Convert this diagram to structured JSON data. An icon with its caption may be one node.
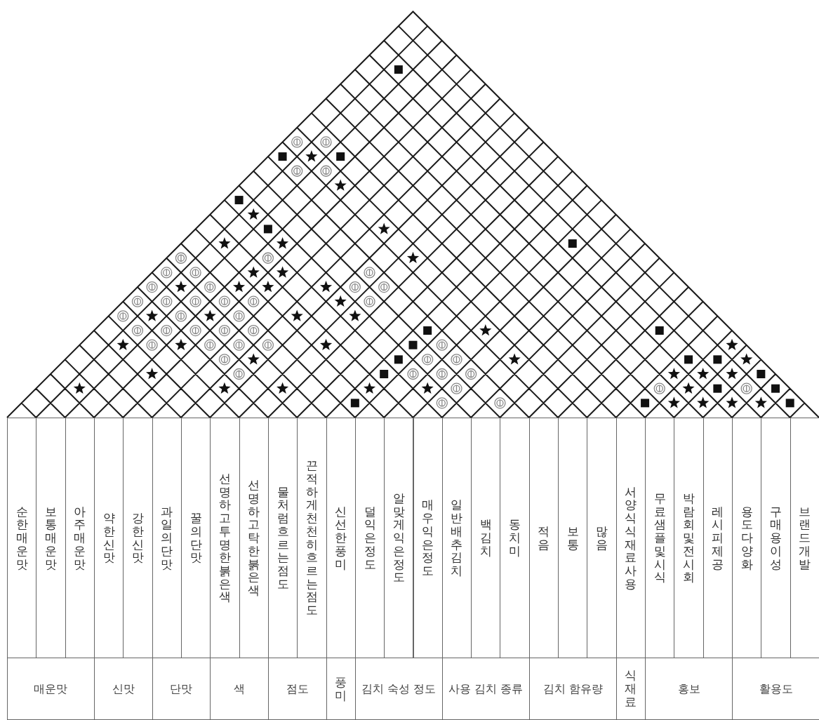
{
  "diagram": {
    "nodes": [
      {
        "text": [
          "순한매운맛"
        ]
      },
      {
        "text": [
          "보통매운맛"
        ]
      },
      {
        "text": [
          "아주매운맛"
        ]
      },
      {
        "text": [
          "약한신맛"
        ]
      },
      {
        "text": [
          "강한신맛"
        ]
      },
      {
        "text": [
          "과일의단맛"
        ]
      },
      {
        "text": [
          "꿀의단맛"
        ]
      },
      {
        "text": [
          "선명하고투명한붉은색"
        ]
      },
      {
        "text": [
          "선명하고탁한붉은색"
        ]
      },
      {
        "text": [
          "물처럼흐르는점도"
        ]
      },
      {
        "text": [
          "끈적하게천천히흐르는점도"
        ]
      },
      {
        "text": [
          "신선한풍미"
        ]
      },
      {
        "text": [
          "덜익은정도"
        ]
      },
      {
        "text": [
          "알맞게익은정도"
        ]
      },
      {
        "text": [
          "매우익은정도"
        ]
      },
      {
        "text": [
          "일반배추김치"
        ]
      },
      {
        "text": [
          "백김치"
        ]
      },
      {
        "text": [
          "동치미"
        ]
      },
      {
        "text": [
          "적음"
        ]
      },
      {
        "text": [
          "보통"
        ]
      },
      {
        "text": [
          "많음"
        ]
      },
      {
        "text": [
          "서양식식재료사용"
        ]
      },
      {
        "text": [
          "무료샘플및시식"
        ]
      },
      {
        "text": [
          "박람회및전시회"
        ]
      },
      {
        "text": [
          "레시피제공"
        ]
      },
      {
        "text": [
          "용도다양화"
        ]
      },
      {
        "text": [
          "구매용이성"
        ]
      },
      {
        "text": [
          "브랜드개발"
        ]
      },
      {
        "text": [
          "매운맛"
        ]
      },
      {
        "text": [
          "신맛"
        ]
      },
      {
        "text": [
          "단맛"
        ]
      },
      {
        "text": [
          "색"
        ]
      },
      {
        "text": [
          "점도"
        ]
      },
      {
        "text": [
          "풍미"
        ]
      },
      {
        "text": [
          "김치 숙성 정도"
        ]
      },
      {
        "text": [
          "사용 김치 종류"
        ]
      },
      {
        "text": [
          "김치 함유량"
        ]
      },
      {
        "text": [
          "식재료"
        ]
      },
      {
        "text": [
          "홍보"
        ]
      },
      {
        "text": [
          "활용도"
        ]
      }
    ]
  }
}
